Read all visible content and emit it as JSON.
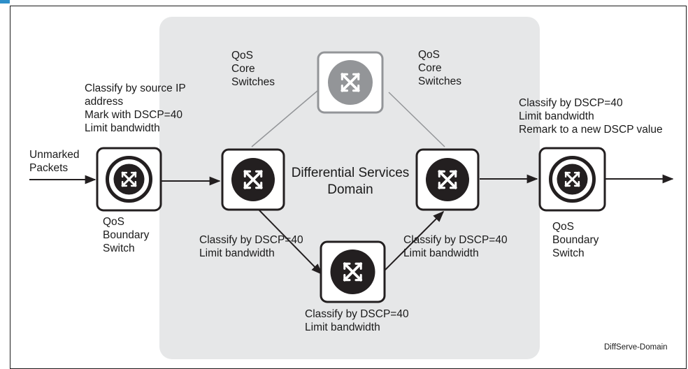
{
  "labels": {
    "unmarked_packets": [
      "Unmarked",
      "Packets"
    ],
    "ingress_actions": [
      "Classify by source IP",
      "address",
      "Mark with DSCP=40",
      "Limit bandwidth"
    ],
    "core_left": [
      "QoS",
      "Core",
      "Switches"
    ],
    "core_right": [
      "QoS",
      "Core",
      "Switches"
    ],
    "egress_actions": [
      "Classify by DSCP=40",
      "Limit bandwidth",
      "Remark to a new DSCP value"
    ],
    "domain_title": [
      "Differential Services",
      "Domain"
    ],
    "boundary_left": [
      "QoS",
      "Boundary",
      "Switch"
    ],
    "boundary_right": [
      "QoS",
      "Boundary",
      "Switch"
    ],
    "path_left": [
      "Classify by DSCP=40",
      "Limit bandwidth"
    ],
    "path_right": [
      "Classify by DSCP=40",
      "Limit bandwidth"
    ],
    "path_bottom": [
      "Classify by DSCP=40",
      "Limit bandwidth"
    ],
    "figure_id": "DiffServe-Domain"
  },
  "colors": {
    "domain_background": "#e6e7e8",
    "switch_dark": "#231f20",
    "switch_top_gray": "#939598",
    "accent": "#2e8fc9"
  },
  "icons": {
    "switch": "crossed-arrows-switch-icon"
  }
}
